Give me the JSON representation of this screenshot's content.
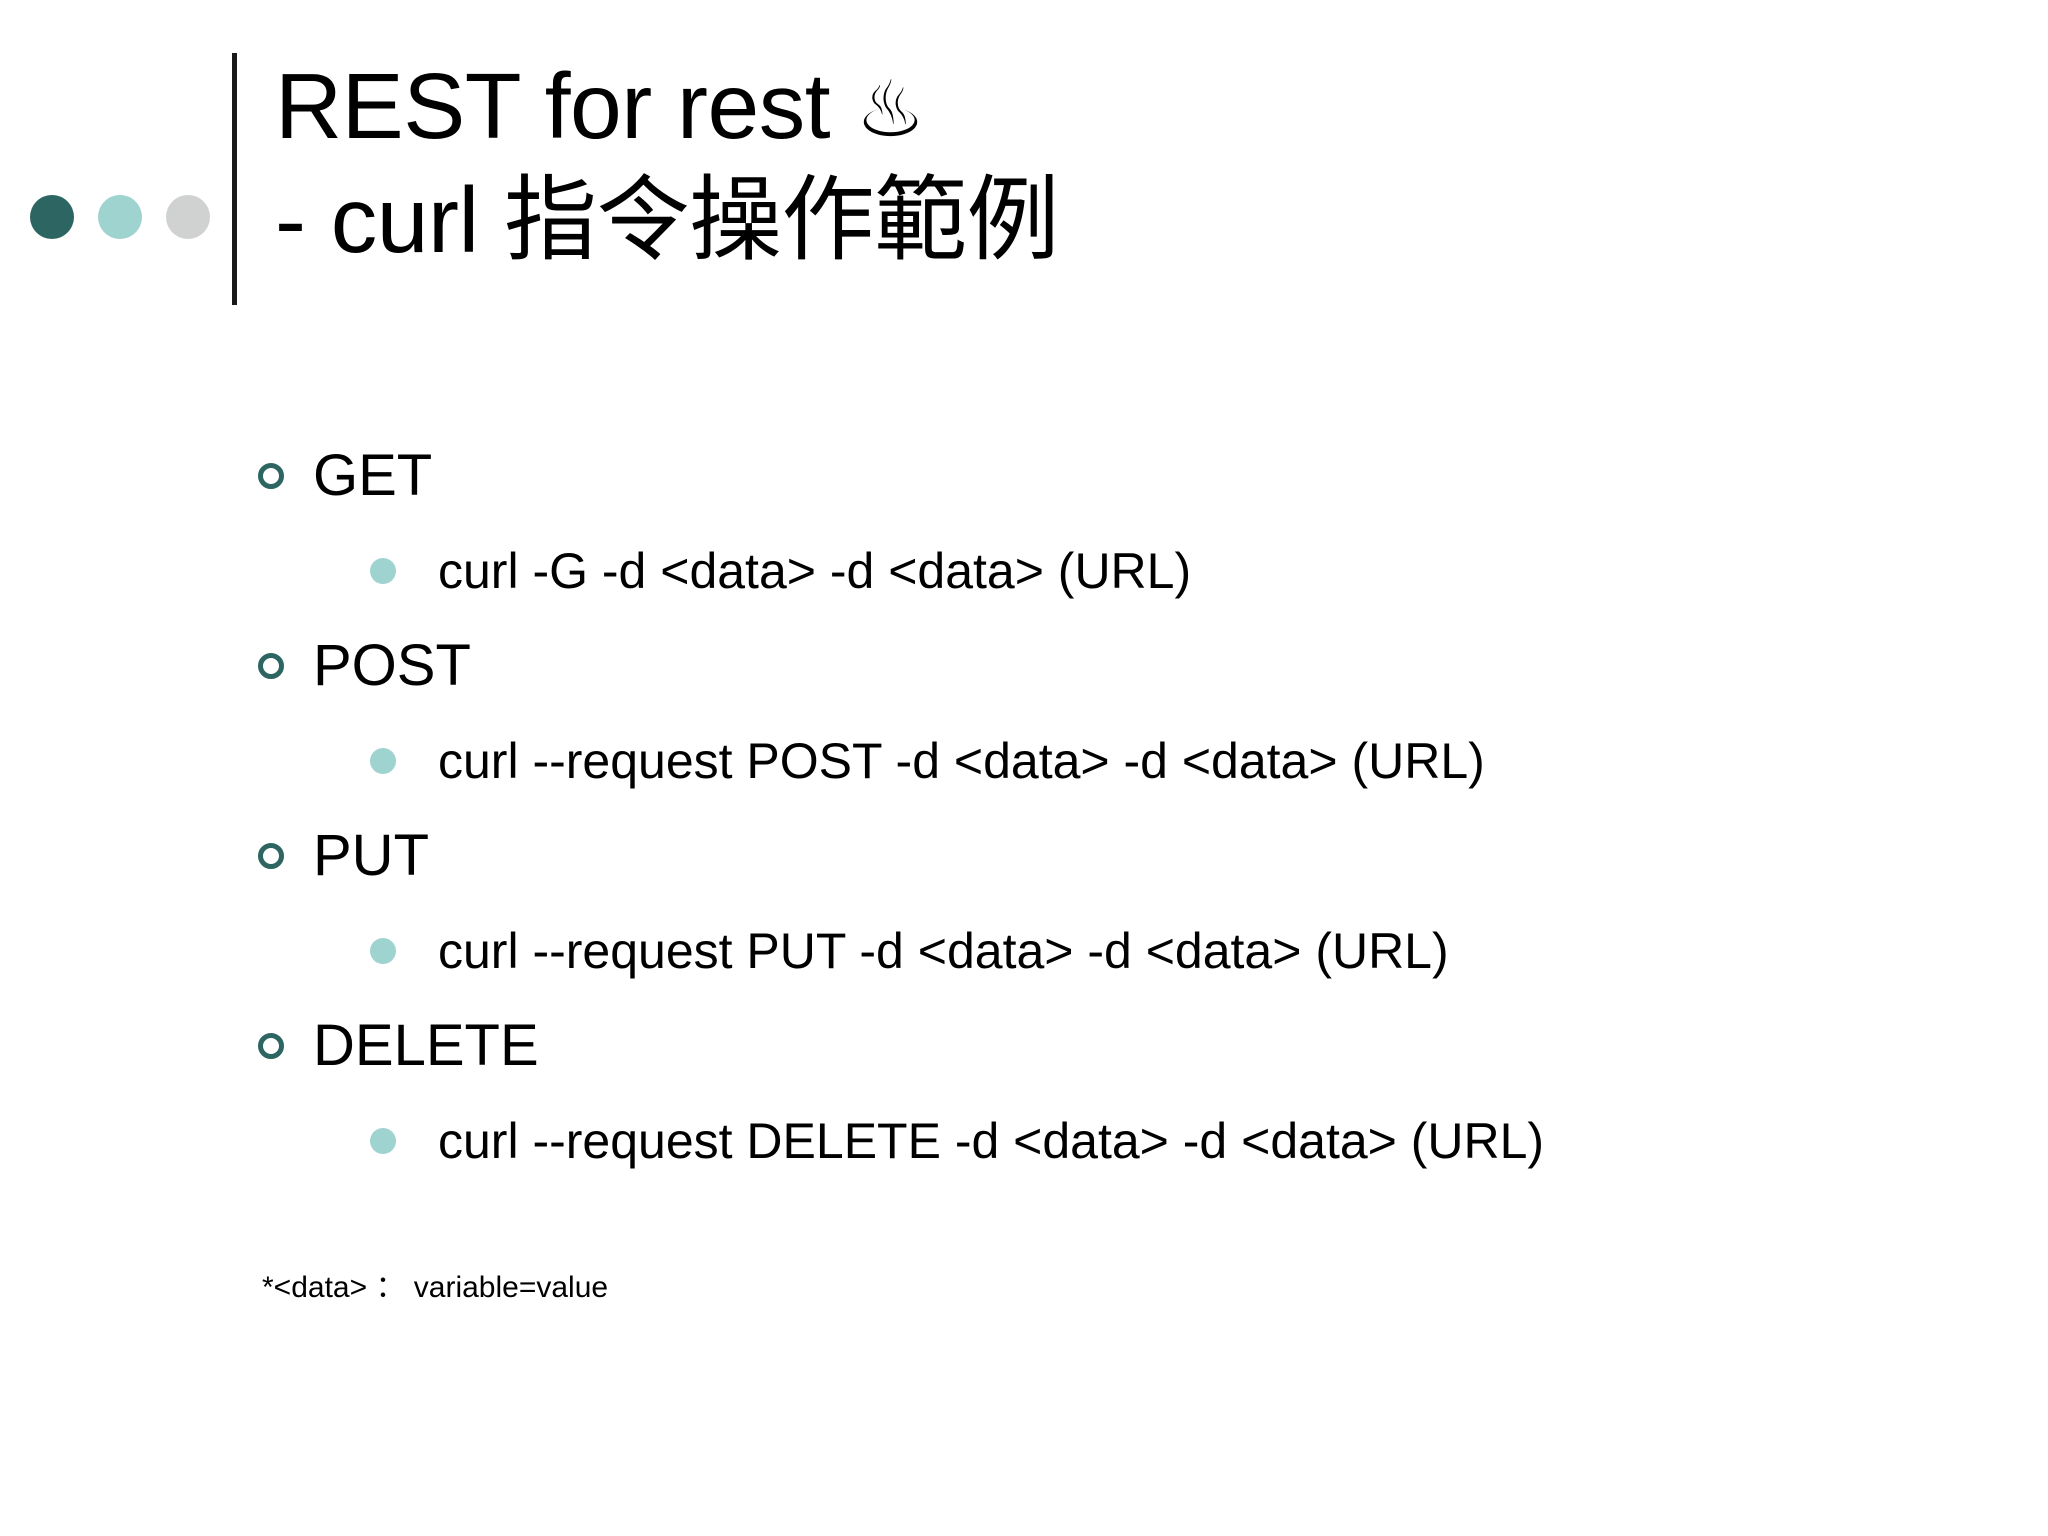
{
  "slide": {
    "background_color": "#ffffff",
    "accent_dark": "#2d6562",
    "accent_light": "#9fd3d0",
    "accent_gray": "#d0d1d1"
  },
  "decor": {
    "dot1_color": "#2d6562",
    "dot2_color": "#9fd3d0",
    "dot3_color": "#d0d1d1"
  },
  "title": {
    "line1_text": "REST for rest ",
    "line1_symbol": "♨",
    "line2": "- curl 指令操作範例"
  },
  "body": {
    "items": [
      {
        "label": "GET",
        "command": "curl -G -d <data> -d <data> (URL)"
      },
      {
        "label": "POST",
        "command": "curl --request POST -d <data> -d <data> (URL)"
      },
      {
        "label": "PUT",
        "command": "curl --request PUT -d <data> -d <data> (URL)"
      },
      {
        "label": "DELETE",
        "command": "curl --request DELETE -d <data> -d <data> (URL)"
      }
    ]
  },
  "footnote": {
    "text": "*<data> ： variable=value"
  }
}
